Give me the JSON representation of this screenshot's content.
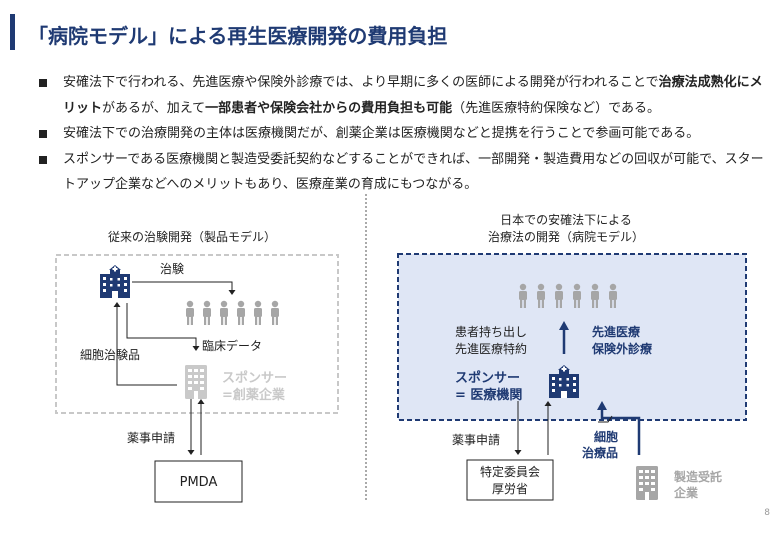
{
  "title": "「病院モデル」による再生医療開発の費用負担",
  "bullets": [
    {
      "parts": [
        {
          "t": "安確法下で行われる、先進医療や保険外診療では、より早期に多くの医師による開発が行われることで",
          "b": false
        },
        {
          "t": "治療法成熟化にメリット",
          "b": true
        },
        {
          "t": "があるが、加えて",
          "b": false
        },
        {
          "t": "一部患者や保険会社からの費用負担も可能",
          "b": true
        },
        {
          "t": "（先進医療特約保険など）である。",
          "b": false
        }
      ]
    },
    {
      "parts": [
        {
          "t": "安確法下での治療開発の主体は医療機関だが、創薬企業は医療機関などと提携を行うことで参画可能である。",
          "b": false
        }
      ]
    },
    {
      "parts": [
        {
          "t": "スポンサーである医療機関と製造受委託契約などすることができれば、一部開発・製造費用などの回収が可能で、スタートアップ企業などへのメリットもあり、医療産業の育成にもつながる。",
          "b": false
        }
      ]
    }
  ],
  "left": {
    "heading": "従来の治験開発（製品モデル）",
    "chiken": "治験",
    "rinsho": "臨床データ",
    "saibo_chikenhin": "細胞治験品",
    "sponsor_line1": "スポンサー",
    "sponsor_line2": "=創薬企業",
    "yakuji": "薬事申請",
    "pmda": "PMDA"
  },
  "right": {
    "heading_line1": "日本での安確法下による",
    "heading_line2": "治療法の開発（病院モデル）",
    "patient_line1": "患者持ち出し",
    "patient_line2": "先進医療特約",
    "senshin_line1": "先進医療",
    "senshin_line2": "保険外診療",
    "sponsor_line1": "スポンサー",
    "sponsor_line2": "= 医療機関",
    "yakuji": "薬事申請",
    "committee_line1": "特定委員会",
    "committee_line2": "厚労省",
    "saibo_line1": "細胞",
    "saibo_line2": "治療品",
    "seizo_line1": "製造受託",
    "seizo_line2": "企業"
  },
  "page_number": "8",
  "colors": {
    "navy": "#1f3a73",
    "panel_fill": "#dfe6f5",
    "icon_gray": "#a6a6a6",
    "sponsor_gray": "#c9c9c9"
  }
}
